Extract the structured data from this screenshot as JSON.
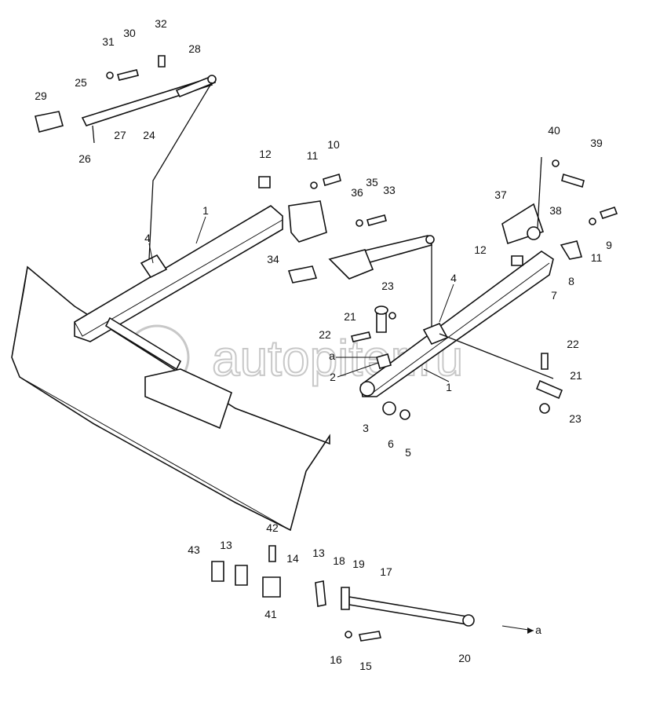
{
  "diagram": {
    "watermark": "autopiter.ru",
    "watermark_logo": "a",
    "callouts": [
      {
        "id": "c31",
        "text": "31"
      },
      {
        "id": "c30",
        "text": "30"
      },
      {
        "id": "c32",
        "text": "32"
      },
      {
        "id": "c28",
        "text": "28"
      },
      {
        "id": "c25",
        "text": "25"
      },
      {
        "id": "c29",
        "text": "29"
      },
      {
        "id": "c27",
        "text": "27"
      },
      {
        "id": "c24",
        "text": "24"
      },
      {
        "id": "c26",
        "text": "26"
      },
      {
        "id": "c12a",
        "text": "12"
      },
      {
        "id": "c11a",
        "text": "11"
      },
      {
        "id": "c10",
        "text": "10"
      },
      {
        "id": "c1a",
        "text": "1"
      },
      {
        "id": "c4a",
        "text": "4"
      },
      {
        "id": "c36",
        "text": "36"
      },
      {
        "id": "c35",
        "text": "35"
      },
      {
        "id": "c33",
        "text": "33"
      },
      {
        "id": "c34",
        "text": "34"
      },
      {
        "id": "c40",
        "text": "40"
      },
      {
        "id": "c39",
        "text": "39"
      },
      {
        "id": "c37",
        "text": "37"
      },
      {
        "id": "c38",
        "text": "38"
      },
      {
        "id": "c9",
        "text": "9"
      },
      {
        "id": "c11b",
        "text": "11"
      },
      {
        "id": "c8",
        "text": "8"
      },
      {
        "id": "c12b",
        "text": "12"
      },
      {
        "id": "c7",
        "text": "7"
      },
      {
        "id": "c4b",
        "text": "4"
      },
      {
        "id": "c23a",
        "text": "23"
      },
      {
        "id": "c21a",
        "text": "21"
      },
      {
        "id": "c22a",
        "text": "22"
      },
      {
        "id": "ca1",
        "text": "a"
      },
      {
        "id": "c2",
        "text": "2"
      },
      {
        "id": "c1b",
        "text": "1"
      },
      {
        "id": "c22b",
        "text": "22"
      },
      {
        "id": "c21b",
        "text": "21"
      },
      {
        "id": "c23b",
        "text": "23"
      },
      {
        "id": "c3",
        "text": "3"
      },
      {
        "id": "c6",
        "text": "6"
      },
      {
        "id": "c5",
        "text": "5"
      },
      {
        "id": "c42",
        "text": "42"
      },
      {
        "id": "c43",
        "text": "43"
      },
      {
        "id": "c13a",
        "text": "13"
      },
      {
        "id": "c14",
        "text": "14"
      },
      {
        "id": "c13b",
        "text": "13"
      },
      {
        "id": "c18",
        "text": "18"
      },
      {
        "id": "c19",
        "text": "19"
      },
      {
        "id": "c17",
        "text": "17"
      },
      {
        "id": "c41",
        "text": "41"
      },
      {
        "id": "c16",
        "text": "16"
      },
      {
        "id": "c15",
        "text": "15"
      },
      {
        "id": "c20",
        "text": "20"
      },
      {
        "id": "ca2",
        "text": "a"
      }
    ]
  }
}
